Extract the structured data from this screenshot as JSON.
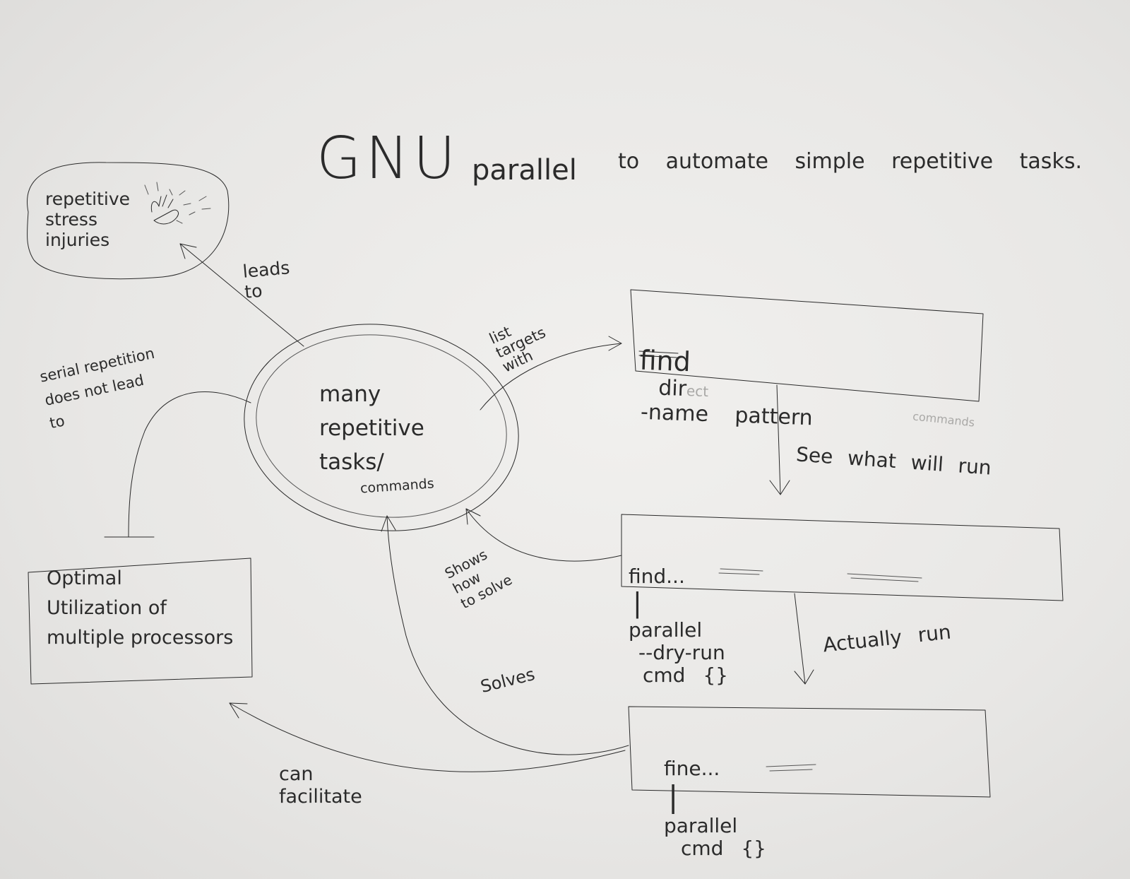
{
  "title": {
    "main": "GNU",
    "sub": "parallel",
    "rest": "to automate simple repetitive tasks."
  },
  "nodes": {
    "rsi": "repetitive\nstress\ninjuries",
    "center": "many\nrepetitive\ntasks/",
    "center_small": "commands",
    "optimal": "Optimal\nUtilization of\nmultiple processors",
    "find_box": {
      "cmd": "find",
      "args": "dir",
      "args_faint": "ect",
      "rest": "-name pattern"
    },
    "dry_box": {
      "find": "find...",
      "pipe": "|",
      "parallel": "parallel",
      "dash": "--",
      "dry": "dry-run",
      "cmd": "cmd {}"
    },
    "run_box": {
      "find": "fine...",
      "pipe": "|",
      "parallel": "parallel",
      "cmd": "cmd {}"
    }
  },
  "edges": {
    "leads_to": "leads\nto",
    "serial": "serial repetition\ndoes not lead\nto",
    "list_targets": "list\ntargets\nwith",
    "see_what": "See what will run",
    "see_faint": "commands",
    "shows_how": "Shows\nhow\nto solve",
    "actually_run": "Actually run",
    "solves": "Solves",
    "can_facilitate": "can\nfacilitate"
  }
}
